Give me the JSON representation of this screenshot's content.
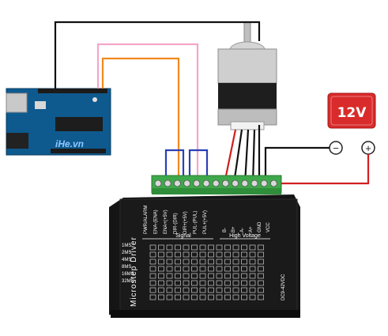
{
  "power": {
    "voltage_label": "12V",
    "negative_symbol": "−",
    "positive_symbol": "+"
  },
  "arduino": {
    "logo_text": "iHe.vn"
  },
  "driver": {
    "side_text": "Microstep Driver",
    "voltage_range": "DC9-42VDC",
    "signal_label": "Signal",
    "high_voltage_label": "High Voltage",
    "pin_labels": [
      "PWR/ALARM",
      "ENA-(ENA)",
      "ENA+(+5V)",
      "DIR-(DIR)",
      "DIR+(+5V)",
      "PUL-(PUL)",
      "PUL+(+5V)"
    ],
    "hv_labels": [
      "B-",
      "B+",
      "A-",
      "A+",
      "GND",
      "VCC"
    ],
    "modes": [
      "1MS",
      "2MS",
      "4MS",
      "8MS",
      "16MS",
      "32MS"
    ]
  },
  "colors": {
    "battery_red": "#d92b2b",
    "wire_orange": "#f08a1c",
    "wire_pink": "#f3a6c8",
    "wire_blue": "#2a3fb7",
    "wire_red": "#d21f1f",
    "terminal_green": "#3ea84a",
    "driver_black": "#151515"
  }
}
